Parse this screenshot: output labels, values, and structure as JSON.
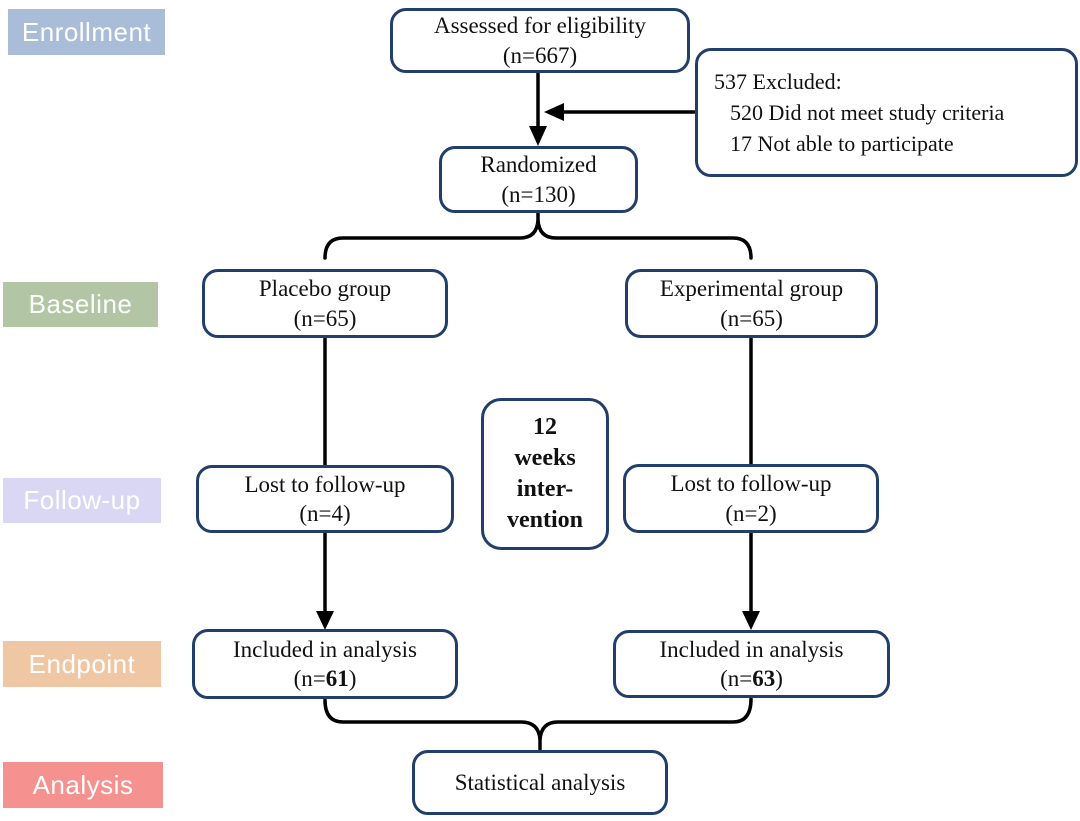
{
  "stages": [
    {
      "id": "enrollment",
      "label": "Enrollment",
      "color": "#a9bcd8"
    },
    {
      "id": "baseline",
      "label": "Baseline",
      "color": "#b2c5a5"
    },
    {
      "id": "followup",
      "label": "Follow-up",
      "color": "#dad7f4"
    },
    {
      "id": "endpoint",
      "label": "Endpoint",
      "color": "#efc7a5"
    },
    {
      "id": "analysis",
      "label": "Analysis",
      "color": "#f5918e"
    }
  ],
  "boxes": {
    "assessed": {
      "line1": "Assessed for eligibility",
      "line2": "(n=667)"
    },
    "excluded": {
      "line1": "537 Excluded:",
      "line2": "520 Did not meet study criteria",
      "line3": "17 Not able to participate"
    },
    "randomized": {
      "line1": "Randomized",
      "line2": "(n=130)"
    },
    "placebo": {
      "line1": "Placebo group",
      "line2": "(n=65)"
    },
    "experimental": {
      "line1": "Experimental group",
      "line2": "(n=65)"
    },
    "intervention": {
      "line1": "12",
      "line2": "weeks",
      "line3": "inter-",
      "line4": "vention"
    },
    "lost_placebo": {
      "line1": "Lost to follow-up",
      "line2": "(n=4)"
    },
    "lost_experimental": {
      "line1": "Lost to follow-up",
      "line2": "(n=2)"
    },
    "included_placebo": {
      "line1": "Included in analysis",
      "n_prefix": "(n=",
      "n_bold": "61",
      "n_suffix": ")"
    },
    "included_experimental": {
      "line1": "Included in analysis",
      "n_prefix": "(n=",
      "n_bold": "63",
      "n_suffix": ")"
    },
    "statistical": {
      "line1": "Statistical analysis"
    }
  },
  "colors": {
    "box_border": "#223e6b",
    "connector": "#000000"
  }
}
